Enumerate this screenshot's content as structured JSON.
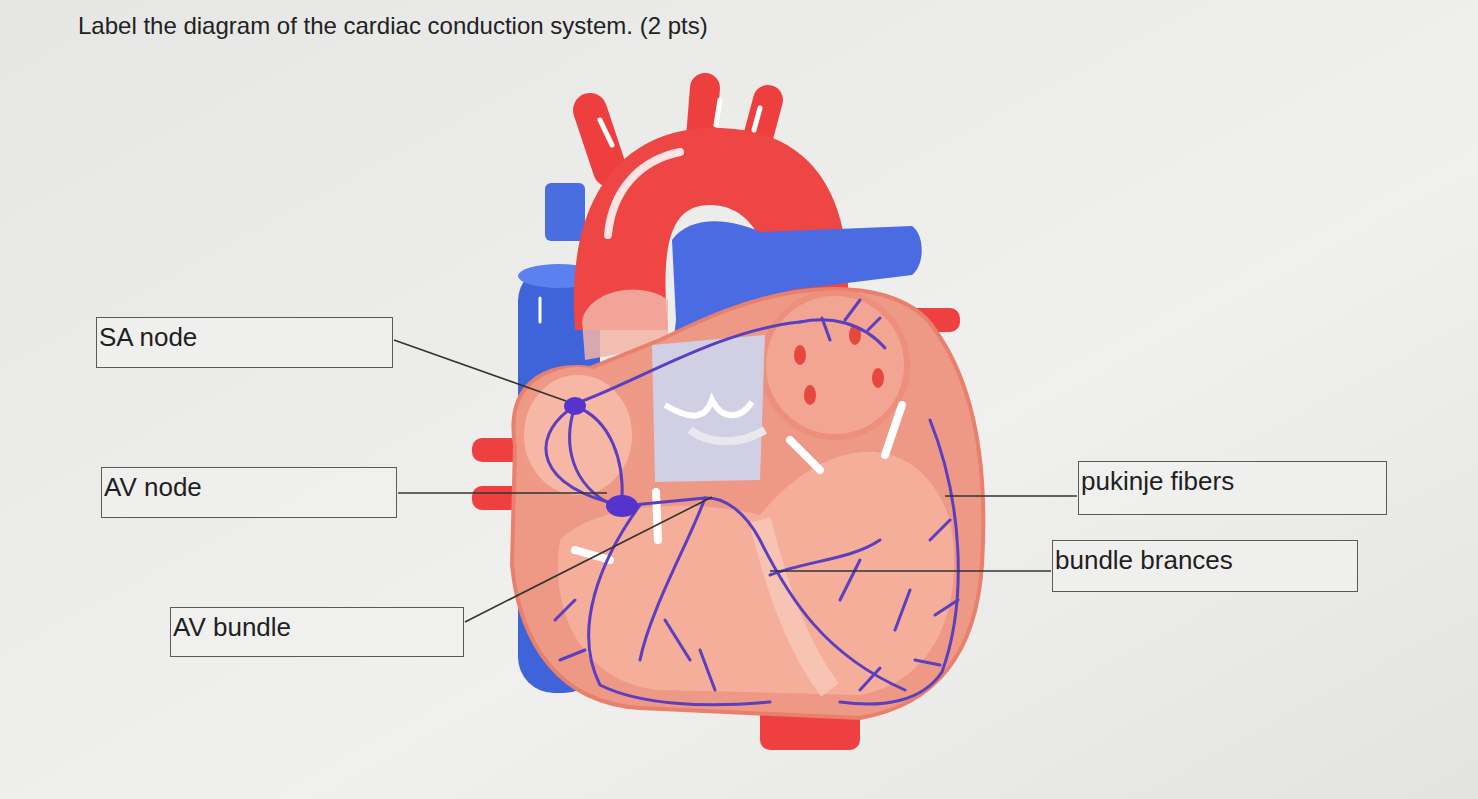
{
  "diagram": {
    "title": "Label the diagram of the cardiac conduction system. (2 pts)",
    "nodes": [
      {
        "text": [
          "SA node"
        ]
      },
      {
        "text": [
          "AV node"
        ]
      },
      {
        "text": [
          "pukinje fibers"
        ]
      },
      {
        "text": [
          "bundle brances"
        ]
      },
      {
        "text": [
          "AV bundle"
        ]
      }
    ]
  }
}
